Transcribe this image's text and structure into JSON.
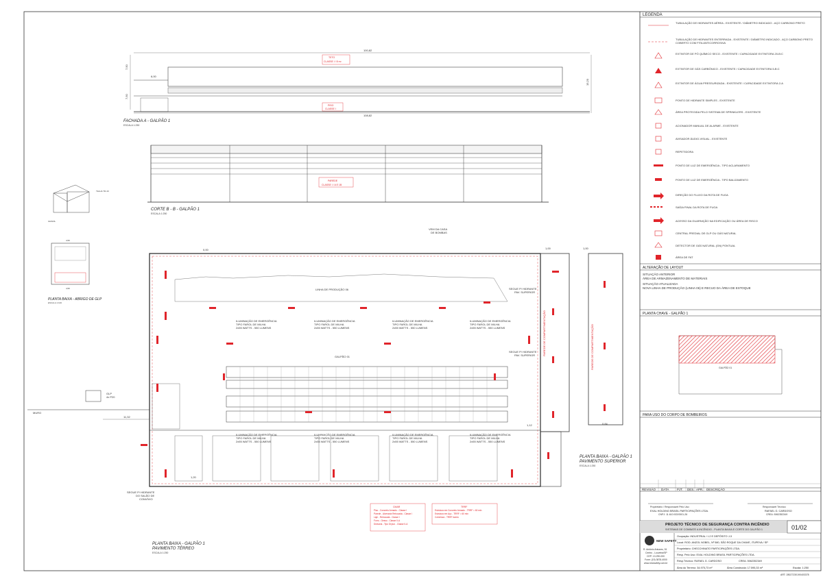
{
  "drawing": {
    "facade_title": "FACHADA A - GALPÃO 1",
    "facade_scale": "ESCALA 1:250",
    "facade_roof_label": "TETO",
    "facade_roof_class": "CLASSE I / 8 m²",
    "facade_floor_label": "PISO",
    "facade_floor_class": "CLASSE I",
    "dim_top": "100,82",
    "dim_bottom": "108,82",
    "dim_left_1": "7,50",
    "dim_left_2": "7,50",
    "dim_right": "15,20",
    "dim_inner": "6,00",
    "section_title": "CORTE B - B - GALPÃO 1",
    "section_scale": "ESCALA 1:250",
    "section_wall_label": "PAREDE",
    "section_wall_class": "CLASSE I / A E 1B",
    "shelter_title": "PLANTA BAIXA - ABRIGO DE GLP",
    "shelter_scale": "ESCALA 1:100",
    "shelter_dim_1": "4,50",
    "shelter_dim_2": "4,50",
    "shelter_tela": "TELHA TR-40",
    "shelter_gradil": "GRADIL",
    "plan_title_1": "PLANTA BAIXA - GALPÃO 1",
    "plan_title_2": "PAVIMENTO TÉRREO",
    "plan_scale": "ESCALA 1:250",
    "upper_title_1": "PLANTA BAIXA - GALPÃO 1",
    "upper_title_2": "PAVIMENTO SUPERIOR",
    "upper_scale": "ESCALA 1:250",
    "casa_bombas_1": "VEM DA CASA",
    "casa_bombas_2": "DE BOMBAS",
    "linha_producao": "LINHA DE PRODUÇÃO 06",
    "galpao_label": "GALPÃO 01",
    "segue_hidrante_1": "SEGUE P/ HIDRANTE",
    "segue_hidrante_2": "PAV. SUPERIOR",
    "segue_salao_1": "SEGUE P/ HIDRANTE",
    "segue_salao_2": "DO SALÃO DE",
    "segue_salao_3": "CONVÍVIO",
    "muro": "MURO",
    "glp_label": "GLP",
    "glp_sub": "4x P20",
    "dim_1132": "11,32",
    "dim_100": "1,00",
    "dim_120": "1,20",
    "dim_112": "1,12",
    "dim_084": "0,84",
    "dim_000": "0,00",
    "illum_1": "ILUMINAÇÃO DE EMERGÊNCIA",
    "illum_2": "TIPO FAROL DE MILHA",
    "illum_3": "2x55 WATTS - 550 LUMENS",
    "compart_1": "PAREDE DE COMPARTIMENTAÇÃO",
    "note_camara_title": "CMAR",
    "note_camara_1": "Piso - Concreto Armado - Classe I",
    "note_camara_2": "Parede - Alvenaria Rebocada - Classe I",
    "note_camara_3": "Laje - Rebocada - Classe I",
    "note_camara_4": "Forro - Gesso - Classe II-A",
    "note_camara_5": "Divisória - Tipo Drylux - Classe II-A",
    "note_trrf_title": "TRRF",
    "note_trrf_1": "Estrutura em Concreto Armado - TRRF = 60 min",
    "note_trrf_2": "Estrutura em Aço - TRRF = 60 min",
    "note_trrf_3": "Cobertura - TRRF isento"
  },
  "legend": {
    "title": "LEGENDA",
    "items": [
      "TUBULAÇÃO DE HIDRANTES AÉREA - EXISTENTE / DIÂMETRO INDICADO - AÇO CARBONO PRETO",
      "TUBULAÇÃO DE HIDRANTES ENTERRADA - EXISTENTE / DIÂMETRO INDICADO - AÇO CARBONO PRETO COBERTO COM FITA ANTICORROSIVA",
      "EXTINTOR DE PÓ QUÍMICO SECO - EXISTENTE / CAPACIDADE EXTINTORA 20-B:C",
      "EXTINTOR DE GÁS CARBÔNICO - EXISTENTE / CAPACIDADE EXTINTORA 5-B:C",
      "EXTINTOR DE ÁGUA PRESSURIZADA - EXISTENTE / CAPACIDADE EXTINTORA 2-A",
      "PONTO DE HIDRANTE SIMPLES - EXISTENTE",
      "ÁREA PROTEGIDA PELO SISTEMA DE SPRINKLERS - EXISTENTE",
      "ACIONADOR MANUAL DE ALARME - EXISTENTE",
      "AVISADOR ÁUDIO-VISUAL - EXISTENTE",
      "REPETIDORA",
      "PONTO DE LUZ DE EMERGÊNCIA - TIPO ACLARAMENTO",
      "PONTO DE LUZ DE EMERGÊNCIA - TIPO BALIZAMENTO",
      "DIREÇÃO DO FLUXO DA ROTA DE FUGA",
      "SAÍDA FINAL DA ROTA DE FUGA",
      "ACESSO DA GUARNIÇÃO NA EDIFICAÇÃO OU ÁREA DE RISCO",
      "CENTRAL PREDIAL DE GLP OU GÁS NATURAL",
      "DETECTOR DE GÁS NATURAL (GN) PONTUAL",
      "ÁREA DE FAT"
    ]
  },
  "alteration": {
    "title": "ALTERAÇÃO DE LAYOUT",
    "previous_label": "SITUAÇÃO ANTERIOR",
    "previous_text": "ÁREA DE ARMAZENAMENTO DE MATERIAIS",
    "current_label": "SITUAÇÃO ATUALIZADA",
    "current_text": "NOVA LINHA DE PRODUÇÃO (LINHA 06) E RECUO DA ÁREA DE ESTOQUE"
  },
  "key_plan": {
    "title": "PLANTA CHAVE - GALPÃO 1",
    "label": "GALPÃO 01"
  },
  "fire_dept": {
    "title": "PARA USO DO CORPO DE BOMBEIROS"
  },
  "revision": {
    "headers": [
      "REVISÃO",
      "DATA",
      "PJT.",
      "DES.",
      "APR.",
      "DESCRIÇÃO"
    ]
  },
  "signatures": {
    "owner_label": "Proprietário / Responsável Pelo Uso:",
    "owner_name": "EXAL HOLDING BRASIL PARTICIPAÇÕES LTDA.",
    "owner_doc": "CNPJ: 11.610.922/0001-26",
    "tech_label": "Responsável Técnico:",
    "tech_name": "RAFAEL G. CARDOSO",
    "tech_doc": "CREA: 5062352349"
  },
  "title_block": {
    "project_title": "PROJETO TÉCNICO DE SEGURANÇA CONTRA INCÊNDIO",
    "project_sub": "SISTEMAS DE COMBATE A INCÊNDIO - PLANTA BAIXA E CORTE DO GALPÃO 1",
    "sheet": "01/02",
    "company": "NEW SAFETY",
    "addr_1": "R. Antônio Antunes, 51",
    "addr_2": "Centro - Louveira/SP",
    "addr_3": "CEP: 13.290-000",
    "addr_4": "Fone: (19) 3878-4000",
    "addr_5": "www.newsafety.com.br",
    "ocupacao": "Ocupação:  INDUSTRIAL / I-2 E DEPÓSITO J-3",
    "local": "Local: ROD. ANZOL NOBEL, Nº 580, SÃO ROQUE DA CHAVE, ITUPEVA / SP",
    "proprietario": "Proprietário:  CHECCHINATO PARTICIPAÇÕES LTDA.",
    "resp_uso": "Resp. Pelo Uso:  EXAL HOLDING BRASIL PARTICIPAÇÕES LTDA.",
    "resp_tec": "Resp.Técnico:  RAFAEL G. CARDOSO",
    "crea": "CREA: 5062352349",
    "area_terreno": "Área do Terreno: 34.975,73 m²",
    "area_construida": "Área Construída: 17.595,33 m²",
    "escala": "Escala: 1:250",
    "art": "ART: 28027230190403378"
  }
}
